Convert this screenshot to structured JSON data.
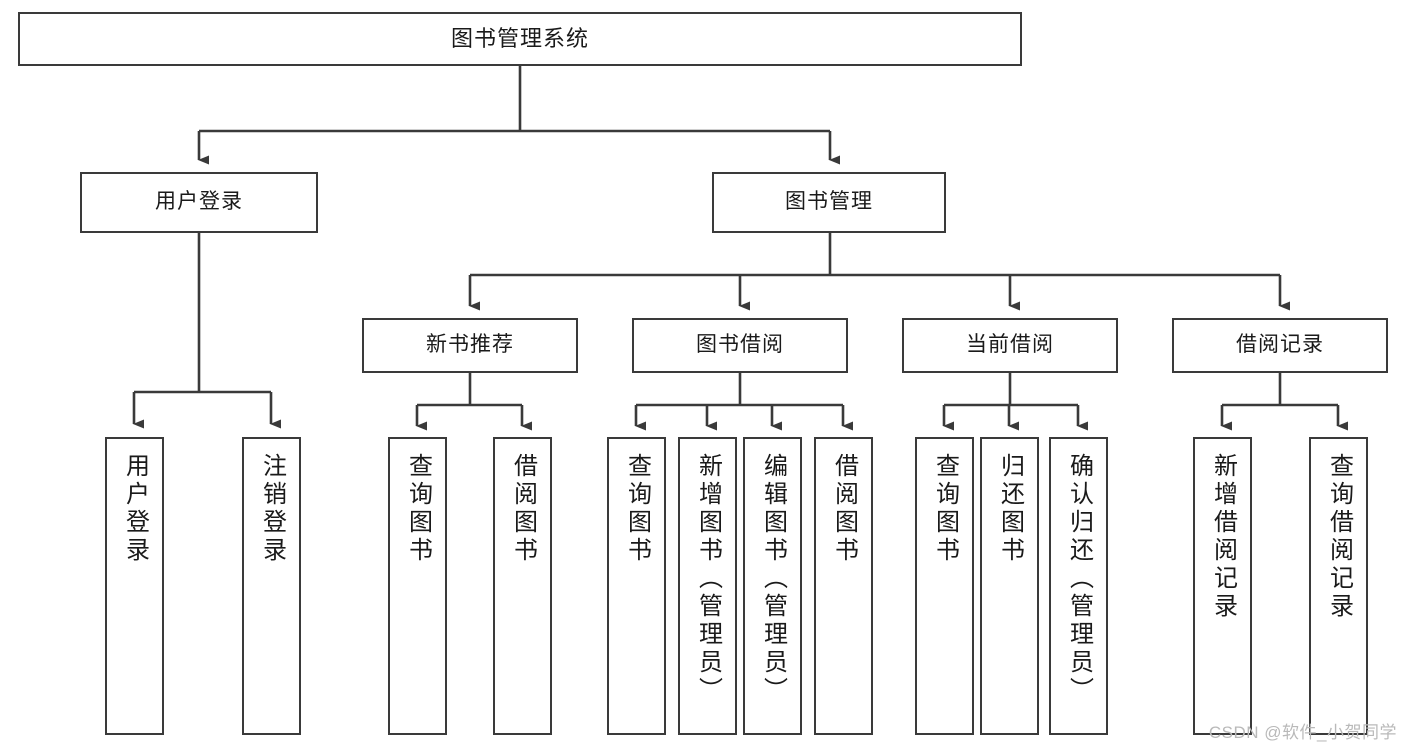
{
  "diagram": {
    "title": "图书管理系统",
    "type": "tree-hierarchy",
    "watermark": "CSDN @软件_小贺同学",
    "colors": {
      "border": "#3a3a3a",
      "fill": "#ffffff",
      "text": "#1a1a1a",
      "link": "#3a3a3a",
      "watermark": "#b9b9b9"
    },
    "nodes": {
      "root": {
        "label": "图书管理系统"
      },
      "level1": [
        {
          "label": "用户登录"
        },
        {
          "label": "图书管理"
        }
      ],
      "level2": [
        {
          "label": "新书推荐"
        },
        {
          "label": "图书借阅"
        },
        {
          "label": "当前借阅"
        },
        {
          "label": "借阅记录"
        }
      ],
      "leaves": {
        "user_login": [
          {
            "label": "用户登录"
          },
          {
            "label": "注销登录"
          }
        ],
        "new_book_recommend": [
          {
            "label": "查询图书"
          },
          {
            "label": "借阅图书"
          }
        ],
        "book_borrow": [
          {
            "label": "查询图书"
          },
          {
            "label": "新增图书（管理员）"
          },
          {
            "label": "编辑图书（管理员）"
          },
          {
            "label": "借阅图书"
          }
        ],
        "current_borrow": [
          {
            "label": "查询图书"
          },
          {
            "label": "归还图书"
          },
          {
            "label": "确认归还（管理员）"
          }
        ],
        "borrow_records": [
          {
            "label": "新增借阅记录"
          },
          {
            "label": "查询借阅记录"
          }
        ]
      }
    }
  }
}
